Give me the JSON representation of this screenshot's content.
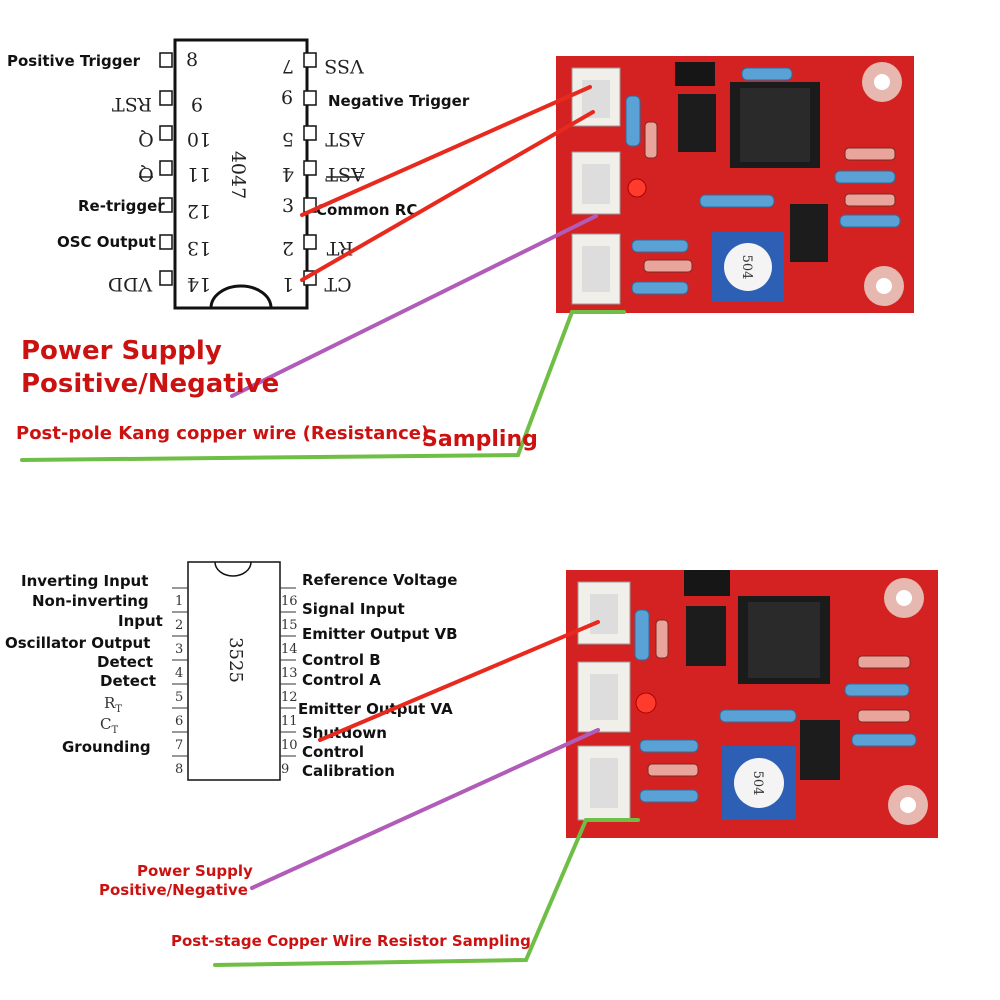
{
  "top": {
    "chip_name": "4047",
    "pin_labels_left": [
      "Positive Trigger",
      "Re-trigger",
      "OSC Output"
    ],
    "pin_labels_right": [
      "Negative Trigger",
      "Common RC"
    ],
    "pins_left": [
      {
        "num": "8",
        "name": ""
      },
      {
        "num": "9",
        "name": "RST"
      },
      {
        "num": "10",
        "name": "Q"
      },
      {
        "num": "11",
        "name": "Q"
      },
      {
        "num": "12",
        "name": ""
      },
      {
        "num": "13",
        "name": ""
      },
      {
        "num": "14",
        "name": "VDD"
      }
    ],
    "pins_right": [
      {
        "num": "7",
        "name": "VSS"
      },
      {
        "num": "6",
        "name": ""
      },
      {
        "num": "5",
        "name": "AST"
      },
      {
        "num": "4",
        "name": "AST"
      },
      {
        "num": "3",
        "name": ""
      },
      {
        "num": "2",
        "name": "RT"
      },
      {
        "num": "1",
        "name": "CT"
      }
    ],
    "power_label_1": "Power Supply",
    "power_label_2": "Positive/Negative",
    "resistance_label": "Post-pole Kang copper wire (Resistance)",
    "sampling_label": "Sampling",
    "board": {
      "pot_marking": "504"
    }
  },
  "bottom": {
    "chip_name": "3525",
    "left_labels": [
      "Inverting Input",
      "Non-inverting",
      "Input",
      "Oscillator Output",
      "Detect",
      "Detect",
      "Grounding"
    ],
    "rt_label": "R",
    "rt_sub": "T",
    "ct_label": "C",
    "ct_sub": "T",
    "right_labels": [
      "Reference Voltage",
      "Signal Input",
      "Emitter Output VB",
      "Control B",
      "Control A",
      "Emitter Output VA",
      "Shutdown",
      "Control",
      "Calibration"
    ],
    "pins_left": [
      "1",
      "2",
      "3",
      "4",
      "5",
      "6",
      "7",
      "8"
    ],
    "pins_right": [
      "16",
      "15",
      "14",
      "13",
      "12",
      "11",
      "10",
      "9"
    ],
    "power_label_1": "Power Supply",
    "power_label_2": "Positive/Negative",
    "sampling_label": "Post-stage Copper Wire Resistor Sampling",
    "board": {
      "pot_marking": "504"
    }
  },
  "colors": {
    "board": "#d42222",
    "red_wire": "#e82a1e",
    "purple_wire": "#b05cb8",
    "green_wire": "#6fbe45",
    "label_red": "#cc1111"
  }
}
